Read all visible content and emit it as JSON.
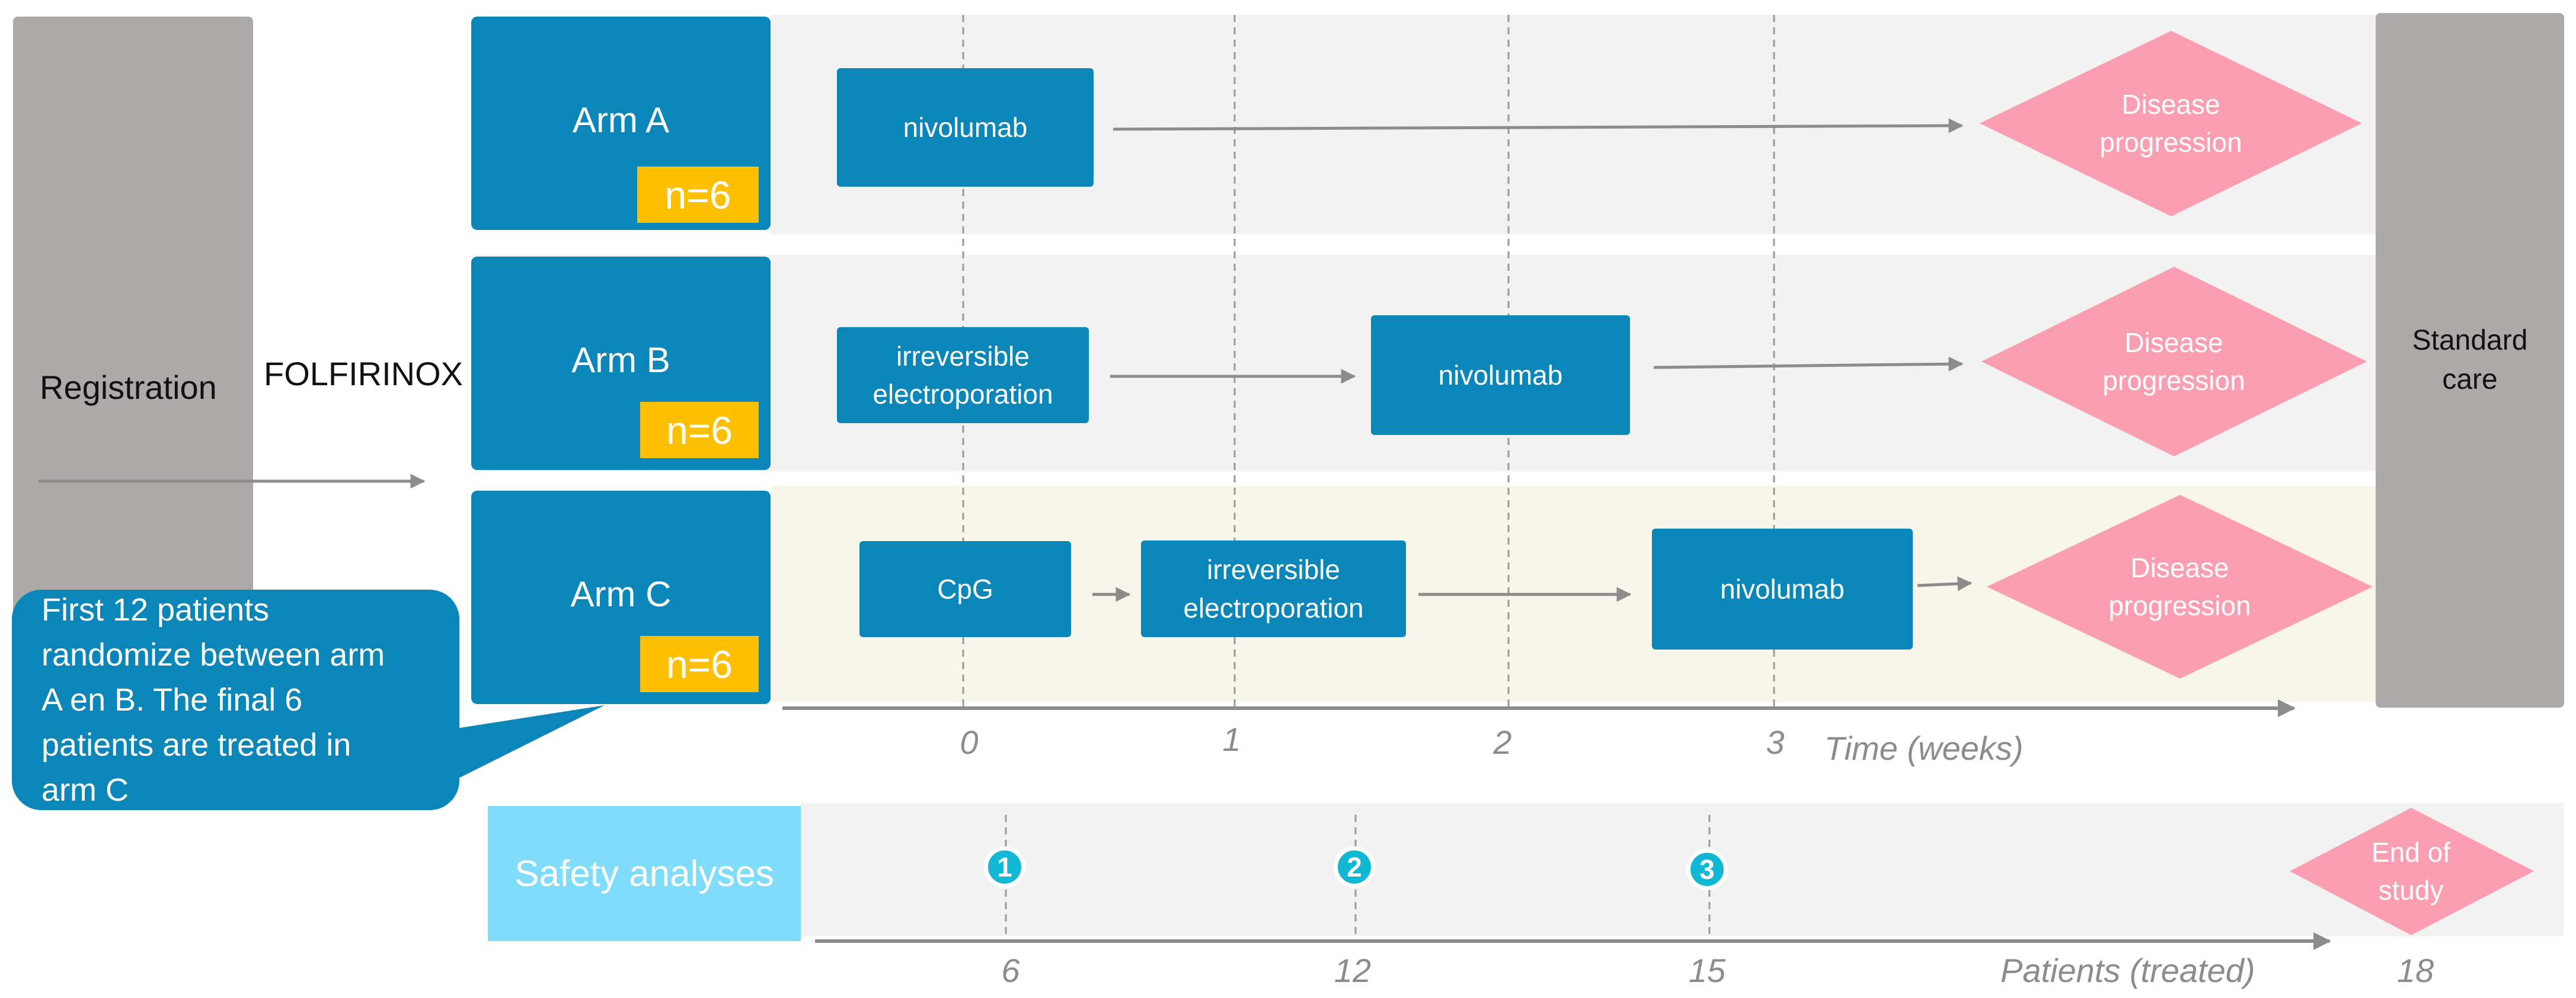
{
  "registration": "Registration",
  "folfirinox": "FOLFIRINOX",
  "standard_care": "Standard\ncare",
  "arms": [
    {
      "name": "Arm A",
      "n": "n=6"
    },
    {
      "name": "Arm B",
      "n": "n=6"
    },
    {
      "name": "Arm C",
      "n": "n=6"
    }
  ],
  "treatments": {
    "nivolumab": "nivolumab",
    "ire": "irreversible\nelectroporation",
    "cpg": "CpG"
  },
  "outcome": "Disease\nprogression",
  "callout": "First 12 patients\nrandomize between arm\nA en B. The final  6\npatients  are treated in\narm C",
  "time_axis": {
    "ticks": [
      "0",
      "1",
      "2",
      "3"
    ],
    "title": "Time (weeks)"
  },
  "safety": {
    "label": "Safety analyses",
    "milestones": [
      "1",
      "2",
      "3"
    ],
    "ticks": [
      "6",
      "12",
      "15",
      "18"
    ],
    "axis_title": "Patients (treated)",
    "end": "End of\nstudy"
  },
  "colors": {
    "arm_blue": "#0b86b9",
    "badge_yellow": "#fcc000",
    "diamond_pink": "#fb9eb2",
    "safety_blue": "#7fdcfb",
    "milestone_cyan": "#10b8d4",
    "gray_column": "#aca9a8"
  }
}
